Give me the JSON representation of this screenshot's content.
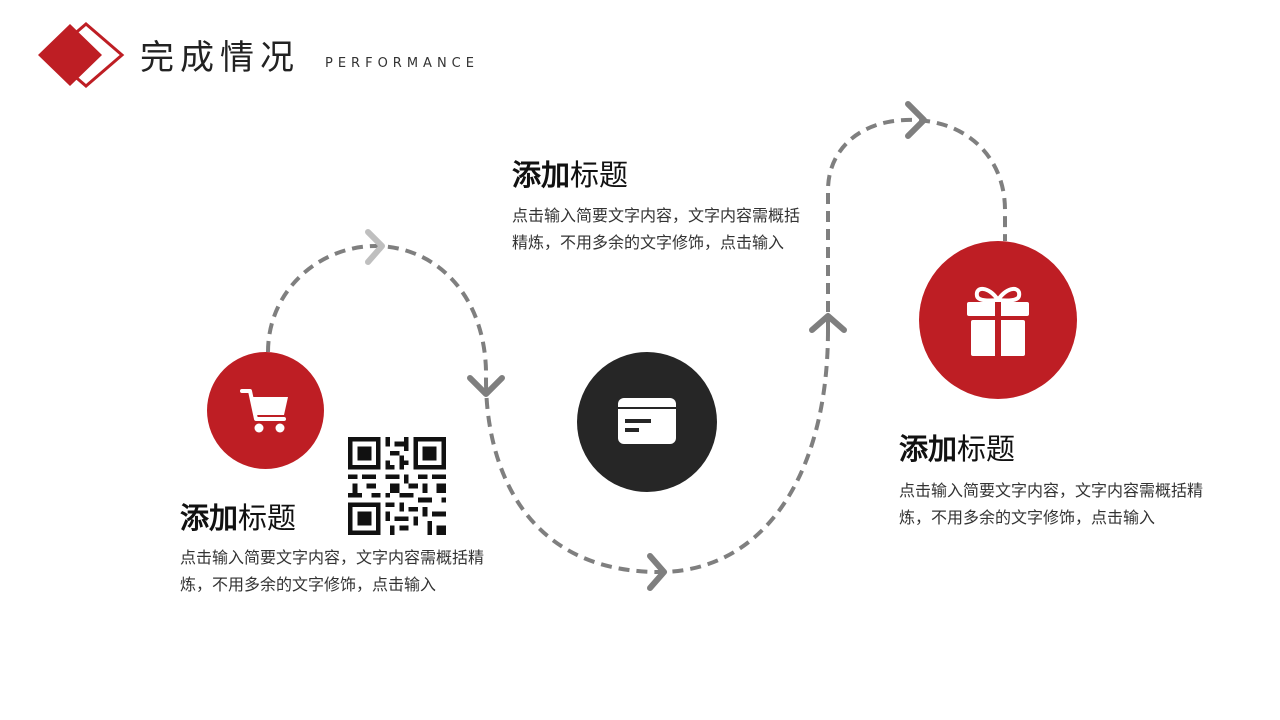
{
  "header": {
    "title": "完成情况",
    "subtitle": "PERFORMANCE"
  },
  "colors": {
    "accent": "#be1e24",
    "dark": "#262626",
    "path": "#7f7f7f"
  },
  "steps": [
    {
      "icon": "shopping-cart-icon",
      "title_bold": "添加",
      "title_rest": "标题",
      "text": "点击输入简要文字内容，文字内容需概括精炼，不用多余的文字修饰，点击输入"
    },
    {
      "icon": "card-icon",
      "title_bold": "添加",
      "title_rest": "标题",
      "text": "点击输入简要文字内容，文字内容需概括精炼，不用多余的文字修饰，点击输入"
    },
    {
      "icon": "gift-icon",
      "title_bold": "添加",
      "title_rest": "标题",
      "text": "点击输入简要文字内容，文字内容需概括精炼，不用多余的文字修饰，点击输入"
    }
  ],
  "qr_code": {
    "icon": "qr-code-icon"
  }
}
